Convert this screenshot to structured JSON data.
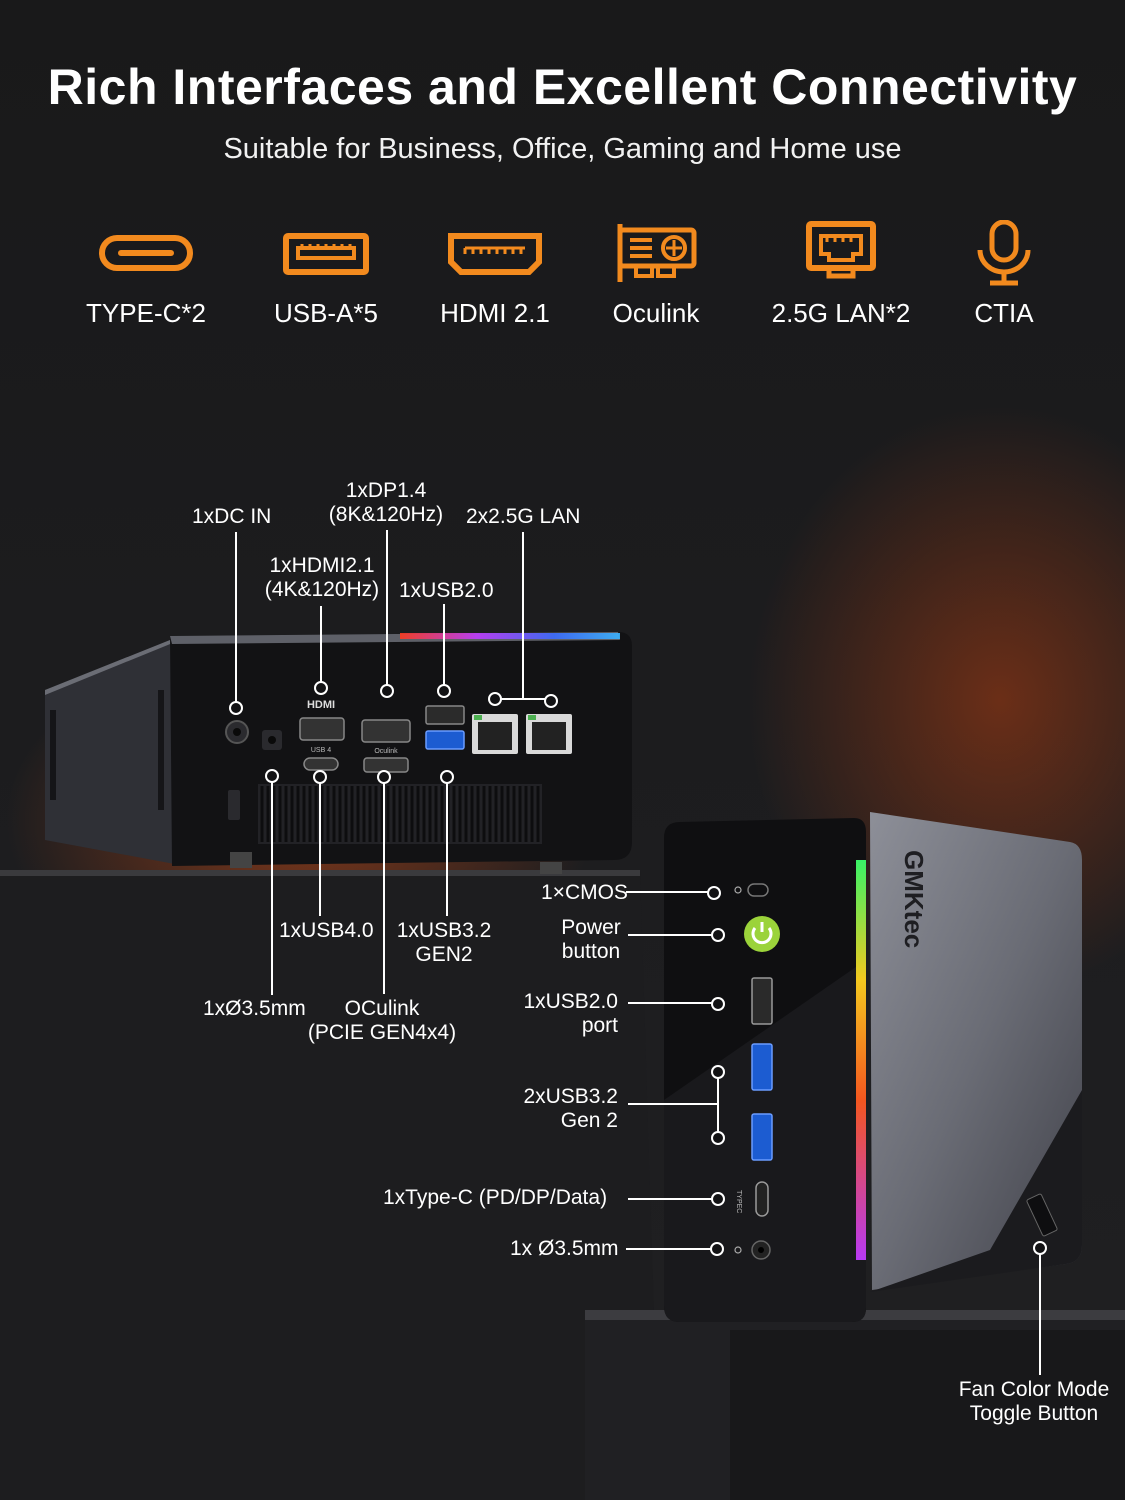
{
  "header": {
    "title": "Rich Interfaces and Excellent Connectivity",
    "subtitle": "Suitable for Business, Office, Gaming and Home use"
  },
  "features": [
    {
      "icon": "usb-c-port-icon",
      "label": "TYPE-C*2"
    },
    {
      "icon": "usb-a-port-icon",
      "label": "USB-A*5"
    },
    {
      "icon": "hdmi-port-icon",
      "label": "HDMI 2.1"
    },
    {
      "icon": "graphics-card-icon",
      "label": "Oculink"
    },
    {
      "icon": "ethernet-port-icon",
      "label": "2.5G LAN*2"
    },
    {
      "icon": "microphone-icon",
      "label": "CTIA"
    }
  ],
  "accent_color": "#f28a1e",
  "rear_ports": {
    "dc_in": "1xDC IN",
    "dp_line1": "1xDP1.4",
    "dp_line2": "(8K&120Hz)",
    "lan": "2x2.5G LAN",
    "hdmi_line1": "1xHDMI2.1",
    "hdmi_line2": "(4K&120Hz)",
    "usb20": "1xUSB2.0",
    "usb40": "1xUSB4.0",
    "usb32_line1": "1xUSB3.2",
    "usb32_line2": "GEN2",
    "audio": "1xØ3.5mm",
    "oculink_line1": "OCulink",
    "oculink_line2": "(PCIE GEN4x4)"
  },
  "rear_panel_marks": {
    "hdmi": "HDMI",
    "usb4": "USB 4",
    "oculink": "Oculink"
  },
  "front_ports": {
    "cmos": "1×CMOS",
    "power_line1": "Power",
    "power_line2": "button",
    "usb20_line1": "1xUSB2.0",
    "usb20_line2": "port",
    "usb32_line1": "2xUSB3.2",
    "usb32_line2": "Gen 2",
    "typec": "1xType-C (PD/DP/Data)",
    "audio": "1x Ø3.5mm",
    "fan_line1": "Fan Color Mode",
    "fan_line2": "Toggle Button"
  },
  "front_panel_marks": {
    "typec": "TYPEC"
  },
  "brand": "GMKtec"
}
